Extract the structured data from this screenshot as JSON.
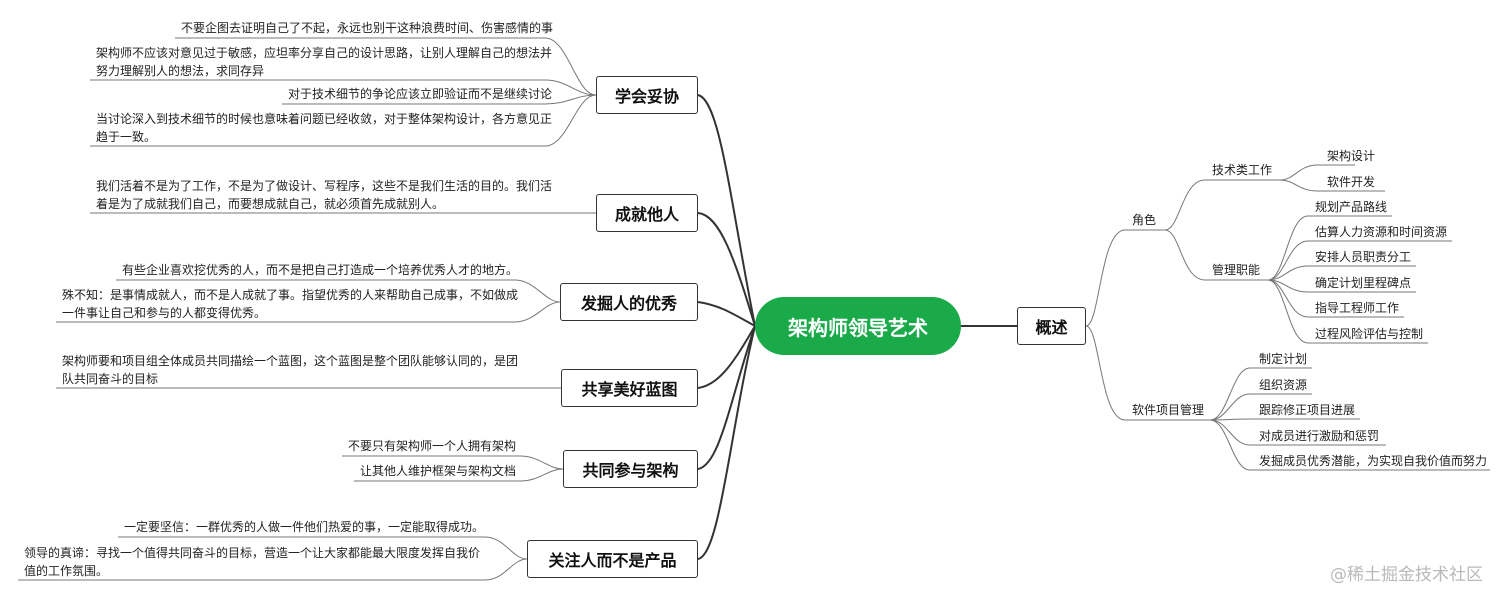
{
  "central": "架构师领导艺术",
  "left_topics": [
    {
      "label": "学会妥协",
      "items": [
        "不要企图去证明自己了不起，永远也别干这种浪费时间、伤害感情的事",
        "架构师不应该对意见过于敏感，应坦率分享自己的设计思路，让别人理解自己的想法并努力理解别人的想法，求同存异",
        "对于技术细节的争论应该立即验证而不是继续讨论",
        "当讨论深入到技术细节的时候也意味着问题已经收敛，对于整体架构设计，各方意见正趋于一致。"
      ]
    },
    {
      "label": "成就他人",
      "items": [
        "我们活着不是为了工作，不是为了做设计、写程序，这些不是我们生活的目的。我们活着是为了成就我们自己，而要想成就自己，就必须首先成就别人。"
      ]
    },
    {
      "label": "发掘人的优秀",
      "items": [
        "有些企业喜欢挖优秀的人，而不是把自己打造成一个培养优秀人才的地方。",
        "殊不知：是事情成就人，而不是人成就了事。指望优秀的人来帮助自己成事，不如做成一件事让自己和参与的人都变得优秀。"
      ]
    },
    {
      "label": "共享美好蓝图",
      "items": [
        "架构师要和项目组全体成员共同描绘一个蓝图，这个蓝图是整个团队能够认同的，是团队共同奋斗的目标"
      ]
    },
    {
      "label": "共同参与架构",
      "items": [
        "不要只有架构师一个人拥有架构",
        "让其他人维护框架与架构文档"
      ]
    },
    {
      "label": "关注人而不是产品",
      "items": [
        "一定要坚信：一群优秀的人做一件他们热爱的事，一定能取得成功。",
        "领导的真谛：寻找一个值得共同奋斗的目标，营造一个让大家都能最大限度发挥自我价值的工作氛围。"
      ]
    }
  ],
  "right_topic": {
    "label": "概述",
    "role": {
      "label": "角色",
      "tech": {
        "label": "技术类工作",
        "items": [
          "架构设计",
          "软件开发"
        ]
      },
      "mgmt": {
        "label": "管理职能",
        "items": [
          "规划产品路线",
          "估算人力资源和时间资源",
          "安排人员职责分工",
          "确定计划里程碑点",
          "指导工程师工作",
          "过程风险评估与控制"
        ]
      }
    },
    "project": {
      "label": "软件项目管理",
      "items": [
        "制定计划",
        "组织资源",
        "跟踪修正项目进展",
        "对成员进行激励和惩罚",
        "发掘成员优秀潜能，为实现自我价值而努力"
      ]
    }
  },
  "watermark": "@稀土掘金技术社区",
  "colors": {
    "central_bg": "#1aaa4a",
    "central_text": "#ffffff",
    "line": "#333333",
    "leaf_line": "#777777",
    "watermark": "#b9b9b9"
  }
}
